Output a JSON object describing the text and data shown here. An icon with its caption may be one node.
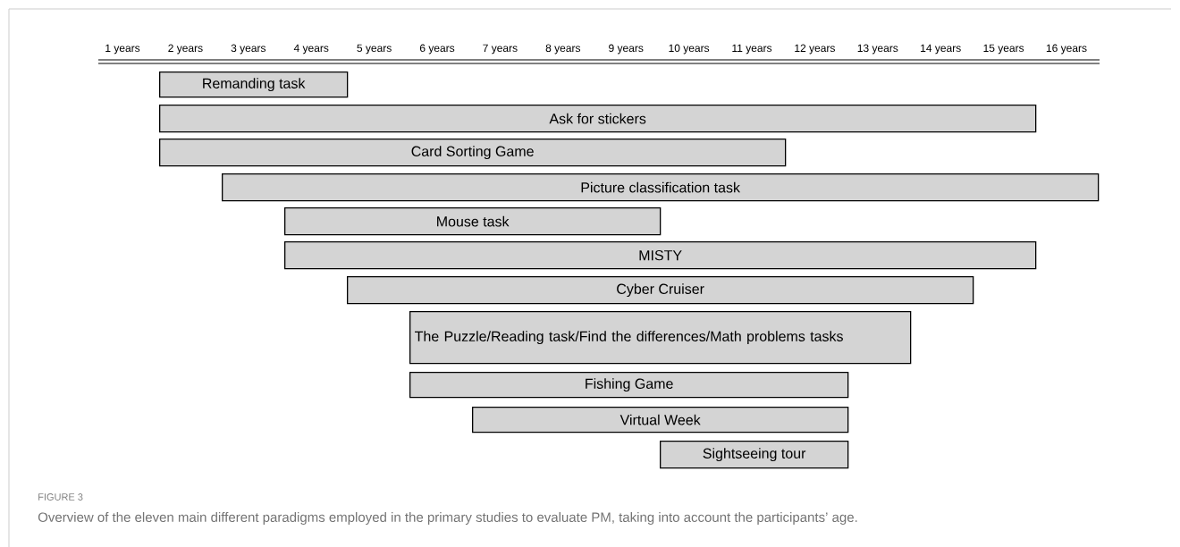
{
  "diagram": {
    "caption": "Overview of the eleven main different paradigms employed in the primary studies to evaluate PM, taking into account the participants’ age.",
    "nodes": [
      {
        "text": [
          "Remanding task"
        ]
      },
      {
        "text": [
          "Ask for stickers"
        ]
      },
      {
        "text": [
          "Card Sorting Game"
        ]
      },
      {
        "text": [
          "Picture classification task"
        ]
      },
      {
        "text": [
          "Mouse task"
        ]
      },
      {
        "text": [
          "MISTY"
        ]
      },
      {
        "text": [
          "Cyber Cruiser"
        ]
      },
      {
        "text": [
          "The Puzzle/Reading task/Find the differences/Math problems tasks"
        ]
      },
      {
        "text": [
          "Fishing Game"
        ]
      },
      {
        "text": [
          "Virtual Week"
        ]
      },
      {
        "text": [
          "Sightseeing tour"
        ]
      }
    ],
    "labels": [
      "1 years",
      "2 years",
      "3 years",
      "4 years",
      "5 years",
      "6 years",
      "7 years",
      "8 years",
      "9 years",
      "10 years",
      "11 years",
      "12 years",
      "13 years",
      "14 years",
      "15 years",
      "16 years",
      "FIGURE 3"
    ]
  }
}
